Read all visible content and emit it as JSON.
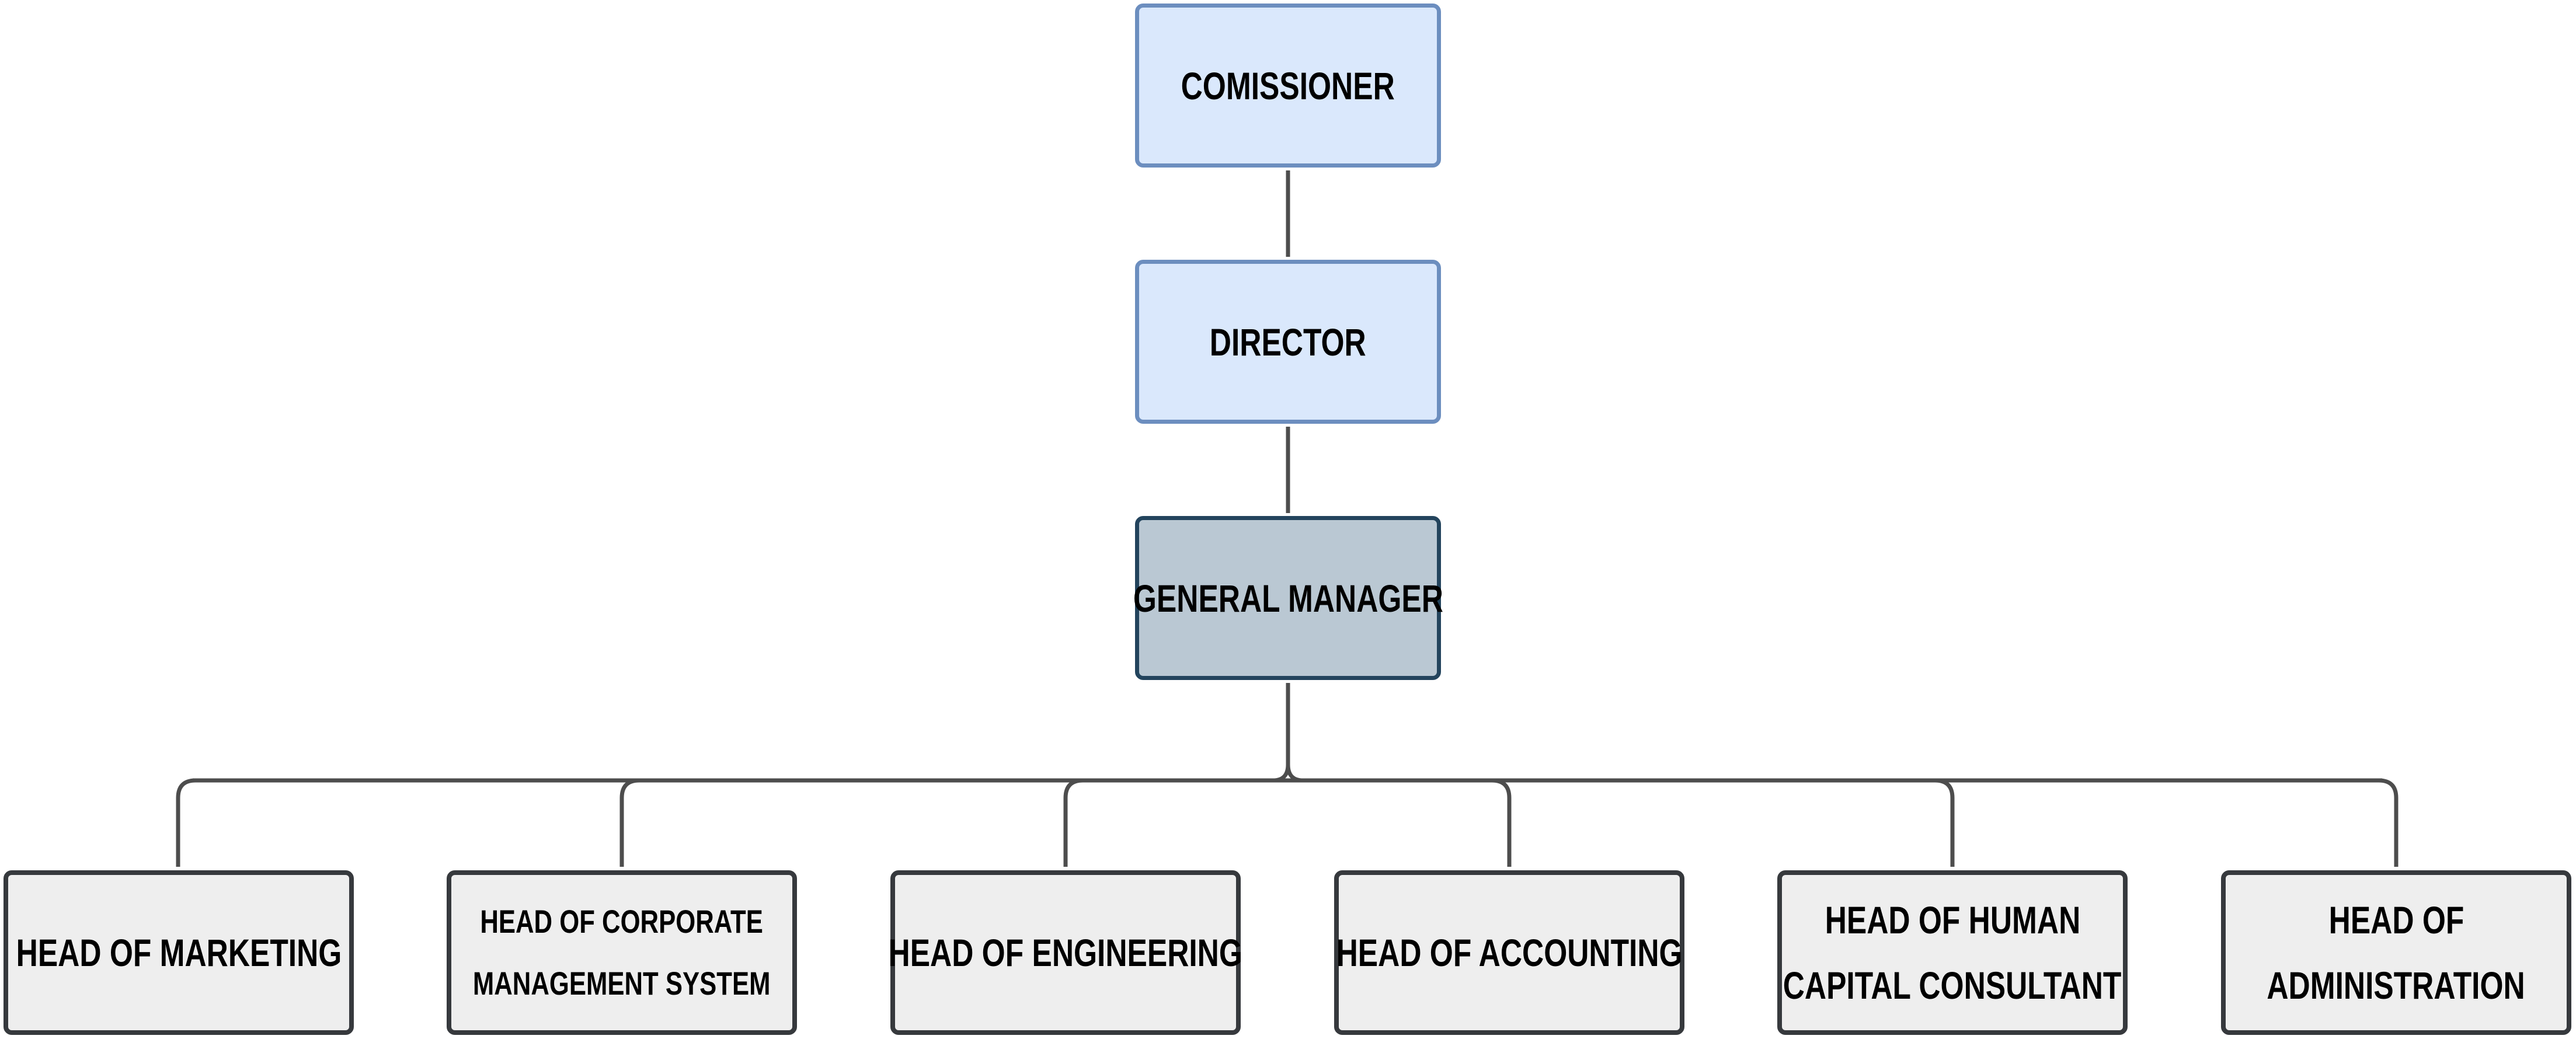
{
  "nodes": {
    "commissioner": "COMISSIONER",
    "director": "DIRECTOR",
    "general_manager": "GENERAL MANAGER"
  },
  "departments": [
    {
      "lines": [
        "HEAD OF MARKETING"
      ]
    },
    {
      "lines": [
        "HEAD OF CORPORATE",
        "MANAGEMENT SYSTEM"
      ]
    },
    {
      "lines": [
        "HEAD OF ENGINEERING"
      ]
    },
    {
      "lines": [
        "HEAD OF ACCOUNTING"
      ]
    },
    {
      "lines": [
        "HEAD OF HUMAN",
        "CAPITAL CONSULTANT"
      ]
    },
    {
      "lines": [
        "HEAD OF",
        "ADMINISTRATION"
      ]
    }
  ],
  "colors": {
    "top_fill": "#dae8fc",
    "top_border": "#6c8ebf",
    "gm_fill": "#bac8d3",
    "gm_border": "#23445d",
    "leaf_fill": "#eeeeee",
    "leaf_border": "#36393d",
    "connector": "#4d4d4d"
  }
}
